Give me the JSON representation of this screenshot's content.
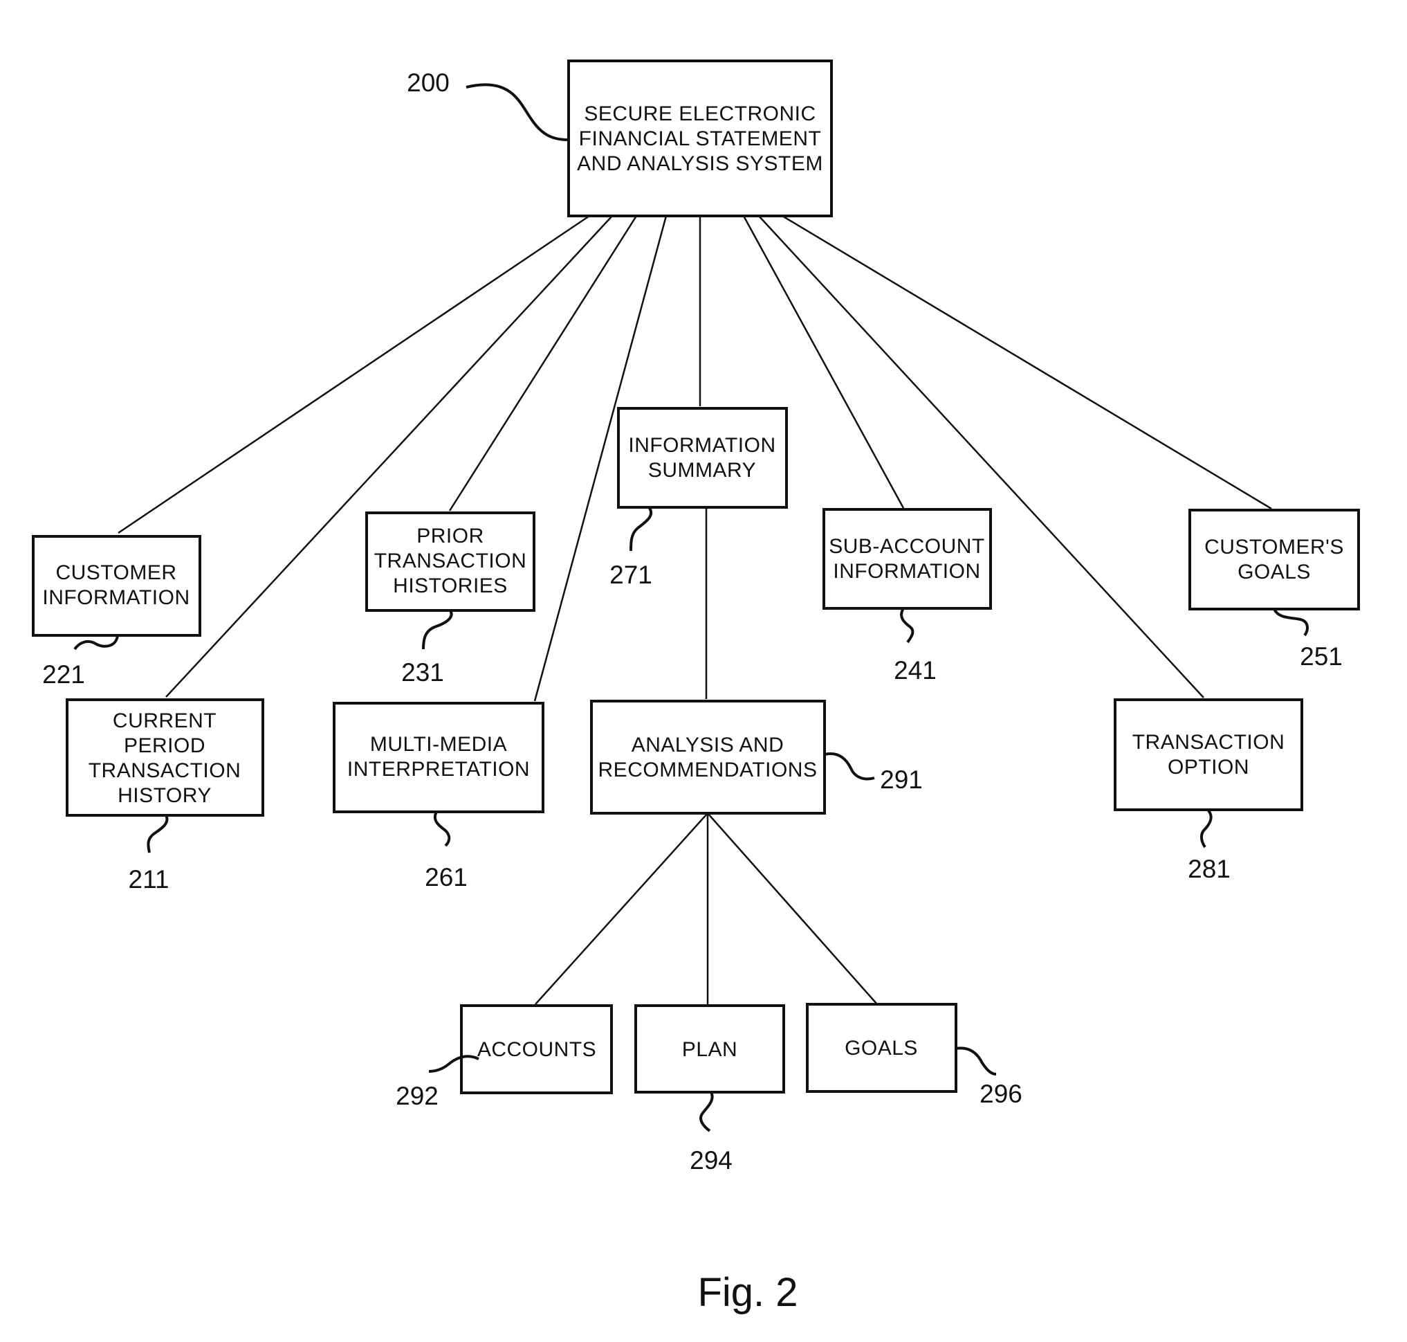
{
  "figure": {
    "caption": "Fig. 2"
  },
  "root": {
    "ref": "200",
    "lines": [
      "SECURE ELECTRONIC",
      "FINANCIAL STATEMENT",
      "AND ANALYSIS SYSTEM"
    ]
  },
  "nodes": {
    "customer_info": {
      "ref": "221",
      "lines": [
        "CUSTOMER",
        "INFORMATION"
      ]
    },
    "current_period": {
      "ref": "211",
      "lines": [
        "CURRENT",
        "PERIOD",
        "TRANSACTION",
        "HISTORY"
      ]
    },
    "prior_histories": {
      "ref": "231",
      "lines": [
        "PRIOR",
        "TRANSACTION",
        "HISTORIES"
      ]
    },
    "multimedia": {
      "ref": "261",
      "lines": [
        "MULTI-MEDIA",
        "INTERPRETATION"
      ]
    },
    "info_summary": {
      "ref": "271",
      "lines": [
        "INFORMATION",
        "SUMMARY"
      ]
    },
    "analysis": {
      "ref": "291",
      "lines": [
        "ANALYSIS AND",
        "RECOMMENDATIONS"
      ]
    },
    "sub_account": {
      "ref": "241",
      "lines": [
        "SUB-ACCOUNT",
        "INFORMATION"
      ]
    },
    "transaction_option": {
      "ref": "281",
      "lines": [
        "TRANSACTION",
        "OPTION"
      ]
    },
    "customer_goals": {
      "ref": "251",
      "lines": [
        "CUSTOMER'S",
        "GOALS"
      ]
    },
    "accounts": {
      "ref": "292",
      "lines": [
        "ACCOUNTS"
      ]
    },
    "plan": {
      "ref": "294",
      "lines": [
        "PLAN"
      ]
    },
    "goals": {
      "ref": "296",
      "lines": [
        "GOALS"
      ]
    }
  }
}
